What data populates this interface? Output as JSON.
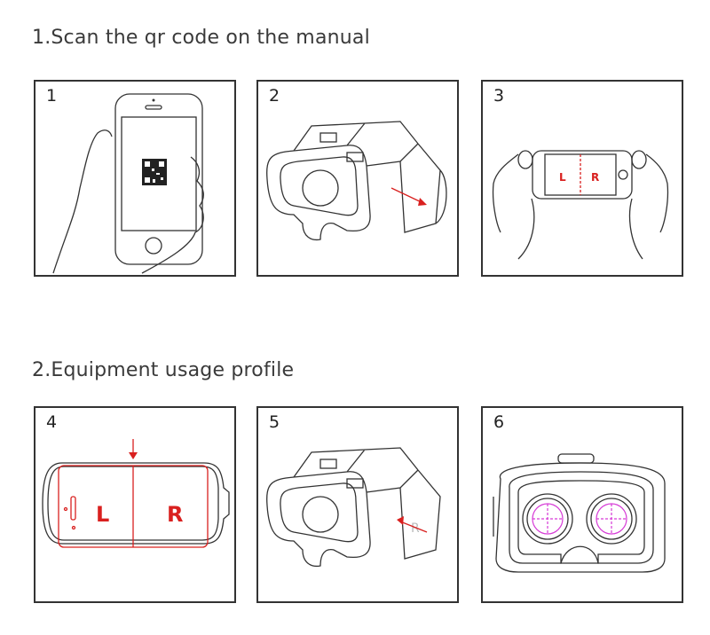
{
  "sections": [
    {
      "title": "1.Scan the qr code on the manual"
    },
    {
      "title": "2.Equipment usage profile"
    }
  ],
  "steps": [
    {
      "number": "1",
      "illustration": "hand-holding-phone-with-qr-code-icon"
    },
    {
      "number": "2",
      "illustration": "vr-headset-open-front-cover-icon"
    },
    {
      "number": "3",
      "illustration": "hands-holding-phone-landscape-icon",
      "left_label": "L",
      "right_label": "R"
    },
    {
      "number": "4",
      "illustration": "phone-in-tray-top-view-icon",
      "left_label": "L",
      "right_label": "R"
    },
    {
      "number": "5",
      "illustration": "vr-headset-insert-tray-icon",
      "tray_label": "R"
    },
    {
      "number": "6",
      "illustration": "vr-headset-lenses-view-icon"
    }
  ],
  "colors": {
    "accent_red": "#d9201f",
    "lens_magenta": "#d63ad6",
    "line": "#333333"
  }
}
